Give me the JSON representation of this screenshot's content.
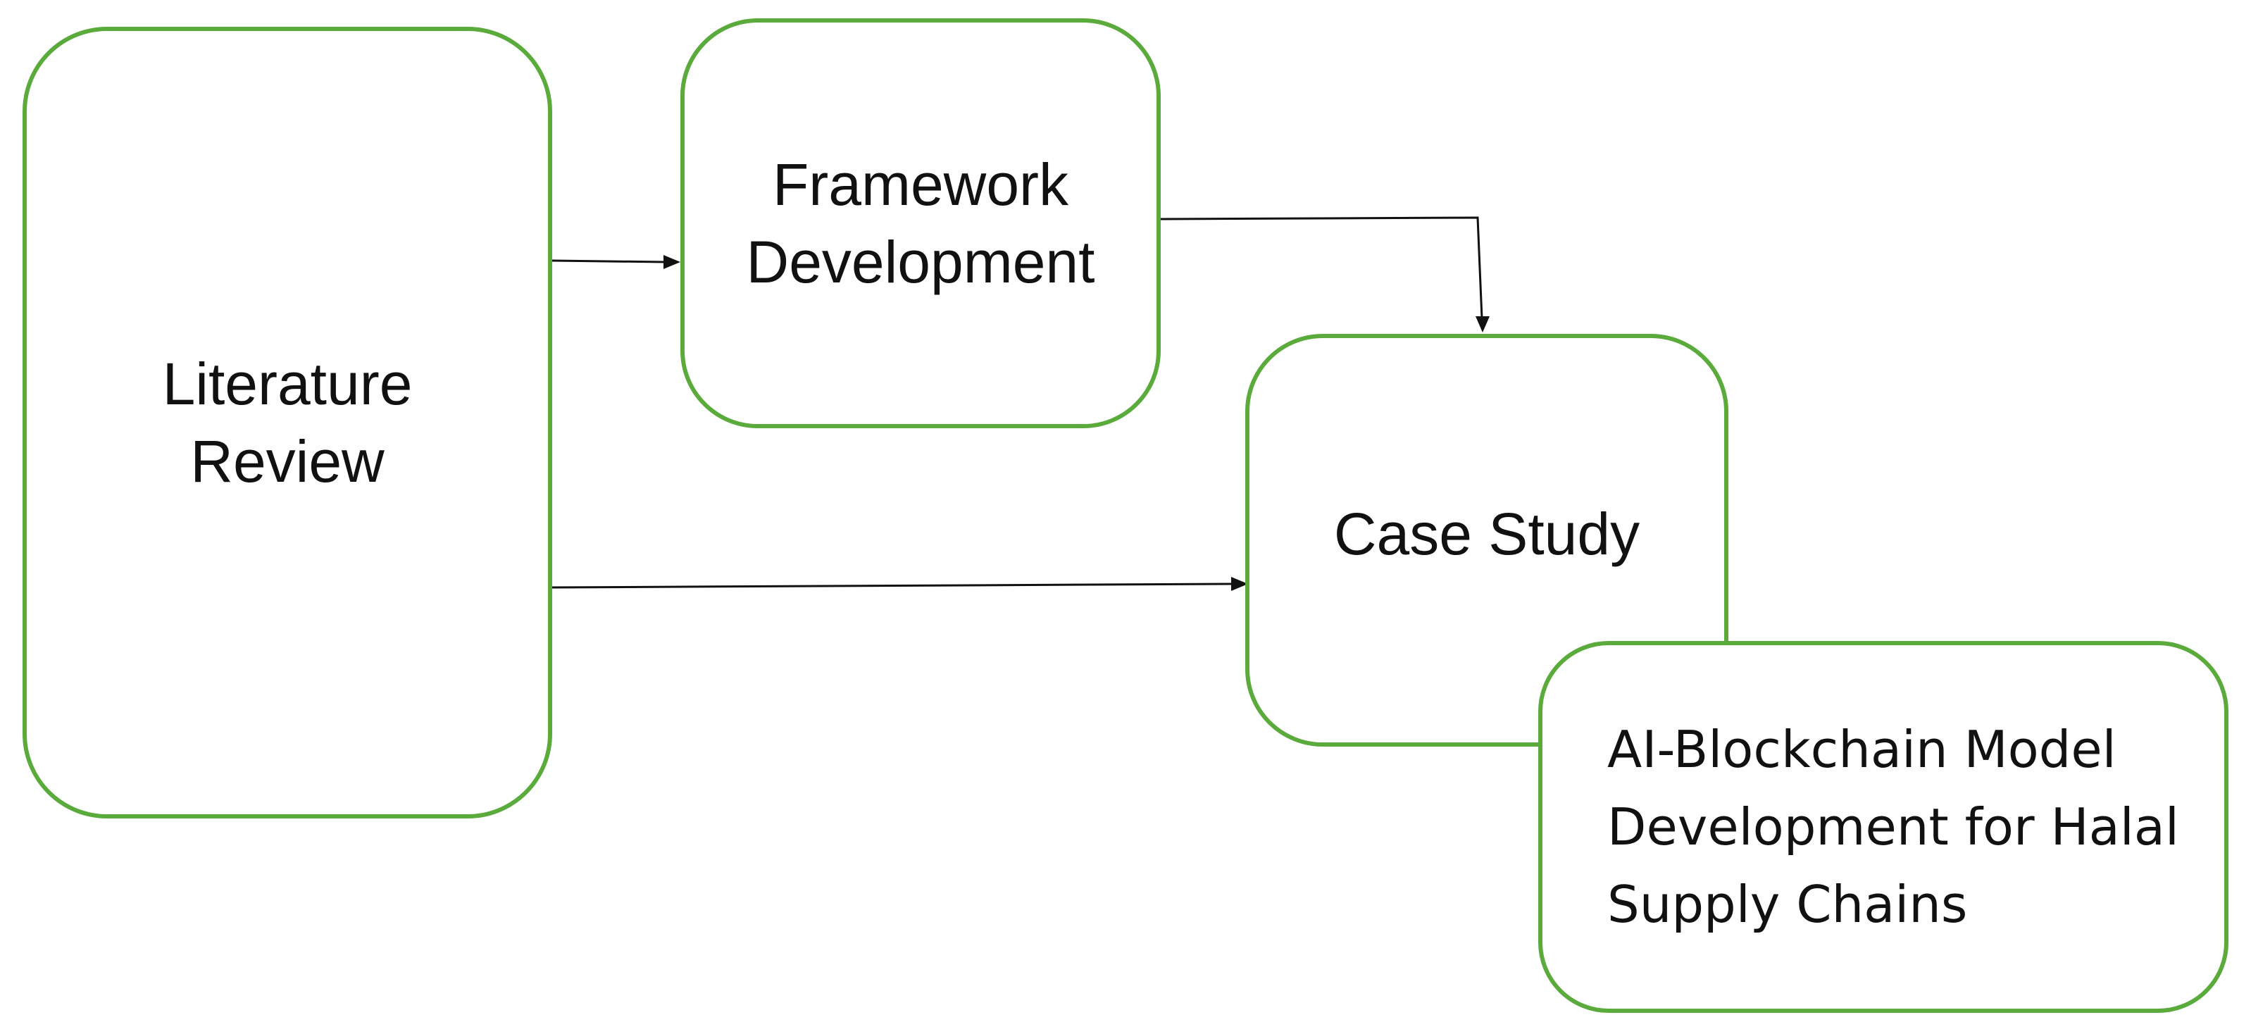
{
  "diagram": {
    "nodes": {
      "literature": "Literature\nReview",
      "framework": "Framework\nDevelopment",
      "case_study": "Case Study",
      "ai_model": "AI-Blockchain Model\nDevelopment for Halal\nSupply Chains"
    },
    "edges": [
      {
        "from": "Literature Review",
        "to": "Framework Development"
      },
      {
        "from": "Literature Review",
        "to": "Case Study"
      },
      {
        "from": "Framework Development",
        "to": "Case Study"
      }
    ],
    "colors": {
      "box_border": "#5aab3c",
      "arrow": "#111111",
      "text": "#111111"
    }
  }
}
